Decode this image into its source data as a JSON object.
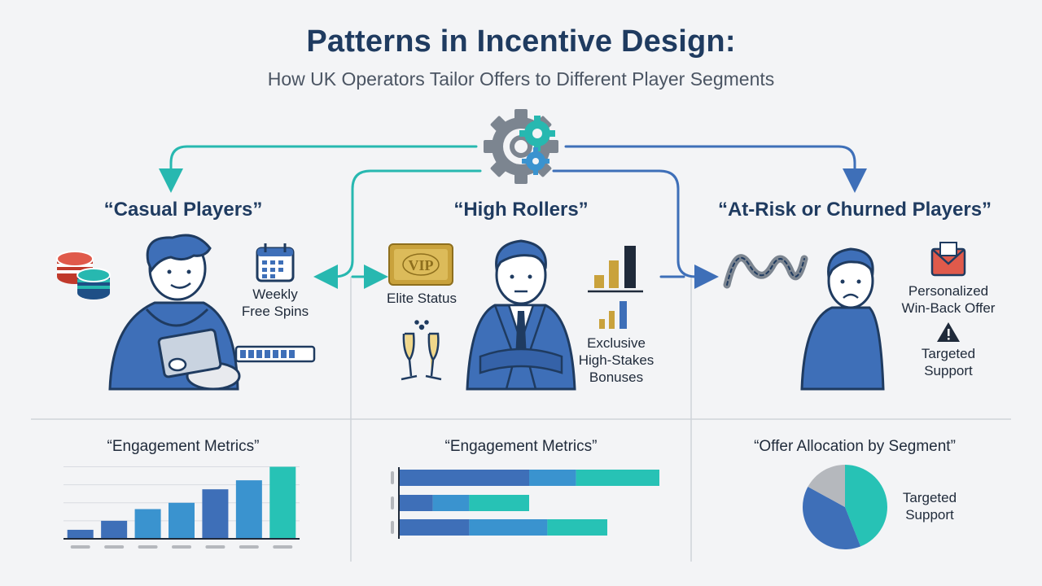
{
  "title": "Patterns in Incentive Design:",
  "subtitle": "How UK Operators Tailor Offers to Different Player Segments",
  "segments": {
    "casual": {
      "title": "“Casual Players”",
      "label_weekly_line1": "Weekly",
      "label_weekly_line2": "Free Spins"
    },
    "high": {
      "title": "“High Rollers”",
      "vip_badge": "VIP",
      "label_elite": "Elite Status",
      "label_exclusive_line1": "Exclusive",
      "label_exclusive_line2": "High-Stakes",
      "label_exclusive_line3": "Bonuses"
    },
    "atrisk": {
      "title": "“At-Risk or Churned Players”",
      "label_offer_line1": "Personalized",
      "label_offer_line2": "Win-Back Offer",
      "label_support_line1": "Targeted",
      "label_support_line2": "Support"
    }
  },
  "metrics": {
    "left_title": "“Engagement Metrics”",
    "middle_title": "“Engagement Metrics”",
    "right_title": "“Offer Allocation by Segment”",
    "pie_label_line1": "Targeted",
    "pie_label_line2": "Support"
  },
  "colors": {
    "navy": "#1f3b60",
    "blue": "#3e6fb8",
    "mid_blue": "#3a93cf",
    "teal": "#27c2b5",
    "gray": "#b5b8bd",
    "gold": "#c9a23c"
  },
  "chart_data": [
    {
      "type": "bar",
      "title": "“Engagement Metrics”",
      "categories": [
        "",
        "",
        "",
        "",
        "",
        "",
        ""
      ],
      "values": [
        1.0,
        2.0,
        3.3,
        4.0,
        5.5,
        6.5,
        8.0
      ],
      "ylim": [
        0,
        8.5
      ],
      "grid": true
    },
    {
      "type": "bar",
      "orientation": "horizontal",
      "stacked": true,
      "title": "“Engagement Metrics”",
      "categories": [
        "",
        "",
        ""
      ],
      "series": [
        {
          "values": [
            50,
            13,
            27
          ]
        },
        {
          "values": [
            18,
            14,
            30
          ]
        },
        {
          "values": [
            32,
            23,
            23
          ]
        }
      ],
      "xlim": [
        0,
        100
      ]
    },
    {
      "type": "pie",
      "title": "“Offer Allocation by Segment”",
      "values": [
        44,
        39,
        17
      ],
      "annotations": [
        "Targeted Support"
      ]
    }
  ]
}
